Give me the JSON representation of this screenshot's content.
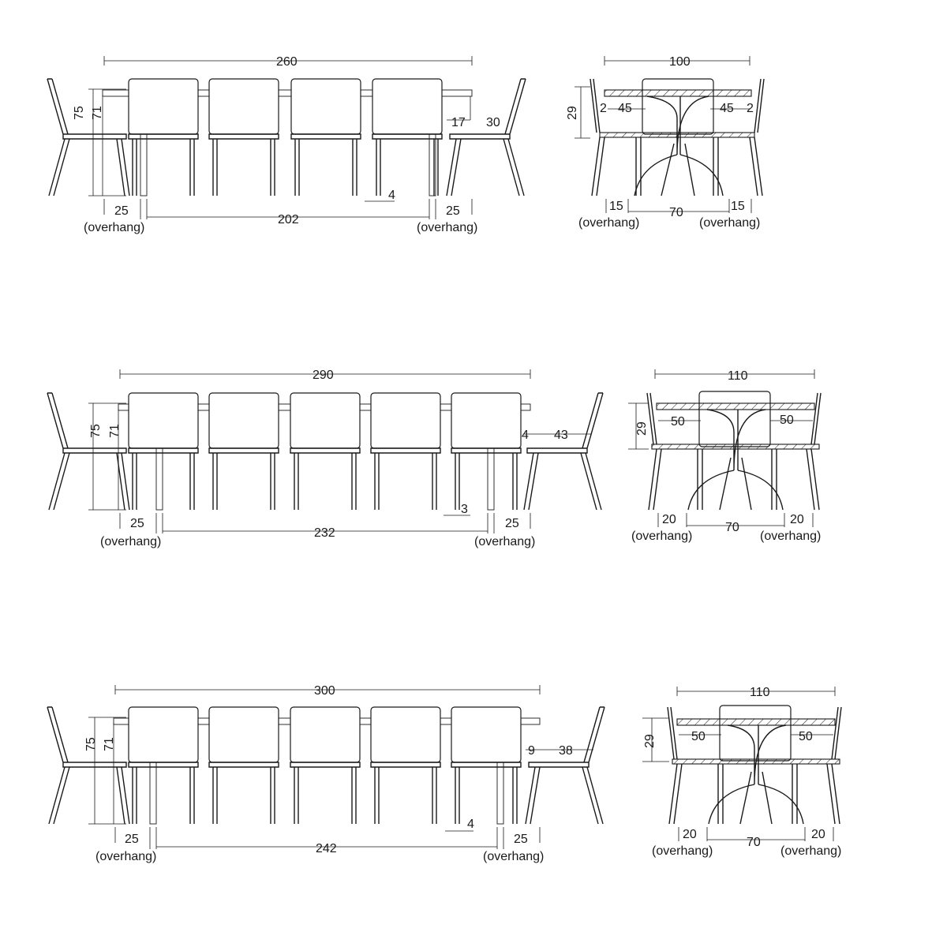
{
  "drawings": [
    {
      "side": {
        "total": "260",
        "height_total": "75",
        "height_top": "71",
        "overhang_left": "25",
        "overhang_right": "25",
        "overhang_label": "(overhang)",
        "leg_span": "202",
        "leg_thickness": "4",
        "gap_a": "17",
        "gap_b": "30"
      },
      "end": {
        "width": "100",
        "apron": "29",
        "seat_left": "45",
        "seat_right": "45",
        "edge_left": "2",
        "edge_right": "2",
        "foot_left": "15",
        "foot_right": "15",
        "base": "70",
        "overhang_label": "(overhang)"
      }
    },
    {
      "side": {
        "total": "290",
        "height_total": "75",
        "height_top": "71",
        "overhang_left": "25",
        "overhang_right": "25",
        "overhang_label": "(overhang)",
        "leg_span": "232",
        "leg_thickness": "3",
        "gap_a": "4",
        "gap_b": "43"
      },
      "end": {
        "width": "110",
        "apron": "29",
        "seat_left": "50",
        "seat_right": "50",
        "foot_left": "20",
        "foot_right": "20",
        "base": "70",
        "overhang_label": "(overhang)"
      }
    },
    {
      "side": {
        "total": "300",
        "height_total": "75",
        "height_top": "71",
        "overhang_left": "25",
        "overhang_right": "25",
        "overhang_label": "(overhang)",
        "leg_span": "242",
        "leg_thickness": "4",
        "gap_a": "9",
        "gap_b": "38"
      },
      "end": {
        "width": "110",
        "apron": "29",
        "seat_left": "50",
        "seat_right": "50",
        "foot_left": "20",
        "foot_right": "20",
        "base": "70",
        "overhang_label": "(overhang)"
      }
    }
  ]
}
